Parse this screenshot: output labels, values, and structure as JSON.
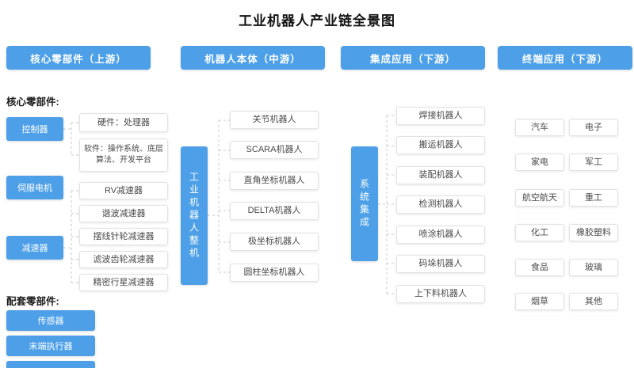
{
  "title": "工业机器人产业链全景图",
  "headers": [
    "核心零部件（上游）",
    "机器人本体（中游）",
    "集成应用（下游）",
    "终端应用（下游）"
  ],
  "upstream": {
    "core_label": "核心零部件:",
    "core_categories": [
      "控制器",
      "伺服电机",
      "减速器"
    ],
    "controller_children": [
      "硬件：处理器",
      "软件：操作系统、底层算法、开发平台"
    ],
    "reducer_children": [
      "RV减速器",
      "谐波减速器",
      "摆线针轮减速器",
      "滤波齿轮减速器",
      "精密行星减速器"
    ],
    "support_label": "配套零部件:",
    "support_items": [
      "传感器",
      "末端执行器"
    ]
  },
  "midstream": {
    "hub": "工业机器人整机",
    "items": [
      "关节机器人",
      "SCARA机器人",
      "直角坐标机器人",
      "DELTA机器人",
      "极坐标机器人",
      "圆柱坐标机器人"
    ]
  },
  "integration": {
    "hub": "系统集成",
    "items": [
      "焊接机器人",
      "搬运机器人",
      "装配机器人",
      "检测机器人",
      "喷涂机器人",
      "码垛机器人",
      "上下料机器人"
    ]
  },
  "terminal": {
    "items": [
      "汽车",
      "电子",
      "家电",
      "军工",
      "航空航天",
      "重工",
      "化工",
      "橡胶塑料",
      "食品",
      "玻璃",
      "烟草",
      "其他"
    ]
  },
  "colors": {
    "accent": "#4da0e8",
    "connector": "#c8c8c8"
  }
}
